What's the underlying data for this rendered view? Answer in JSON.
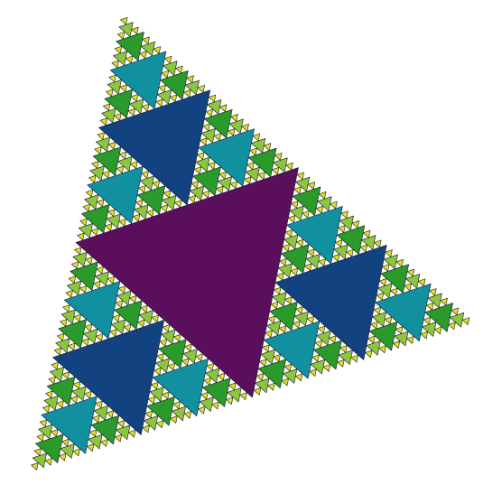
{
  "figure": {
    "kind": "sierpinski-triangle",
    "recursion_levels": 6,
    "outer_shape": "triangle",
    "background_color": "#ffffff",
    "outline_color": "#1a1a1a",
    "level_colors": [
      "#5b0e5b",
      "#12427f",
      "#1190a0",
      "#2a9a2a",
      "#8cc63f",
      "#d9df2a"
    ]
  }
}
